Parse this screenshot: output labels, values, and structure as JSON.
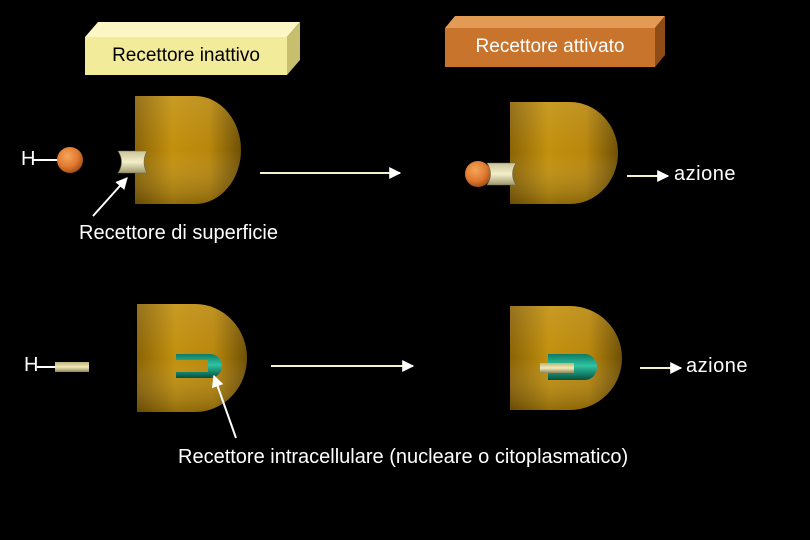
{
  "title_boxes": {
    "inactive": "Recettore inattivo",
    "activated": "Recettore attivato"
  },
  "labels": {
    "hormone_top": "H",
    "hormone_bottom": "H",
    "action_top": "azione",
    "action_bottom": "azione",
    "surface_receptor": "Recettore di superficie",
    "intracellular_receptor": "Recettore intracellulare (nucleare o citoplasmatico)"
  },
  "colors": {
    "background": "#000000",
    "cell": "#b8860b",
    "hormone_ball": "#e07830",
    "surface_receptor": "#e8e2b0",
    "intracellular_receptor": "#1aa88a",
    "inactive_box": "#f2eb9a",
    "activated_box": "#c9742c"
  }
}
